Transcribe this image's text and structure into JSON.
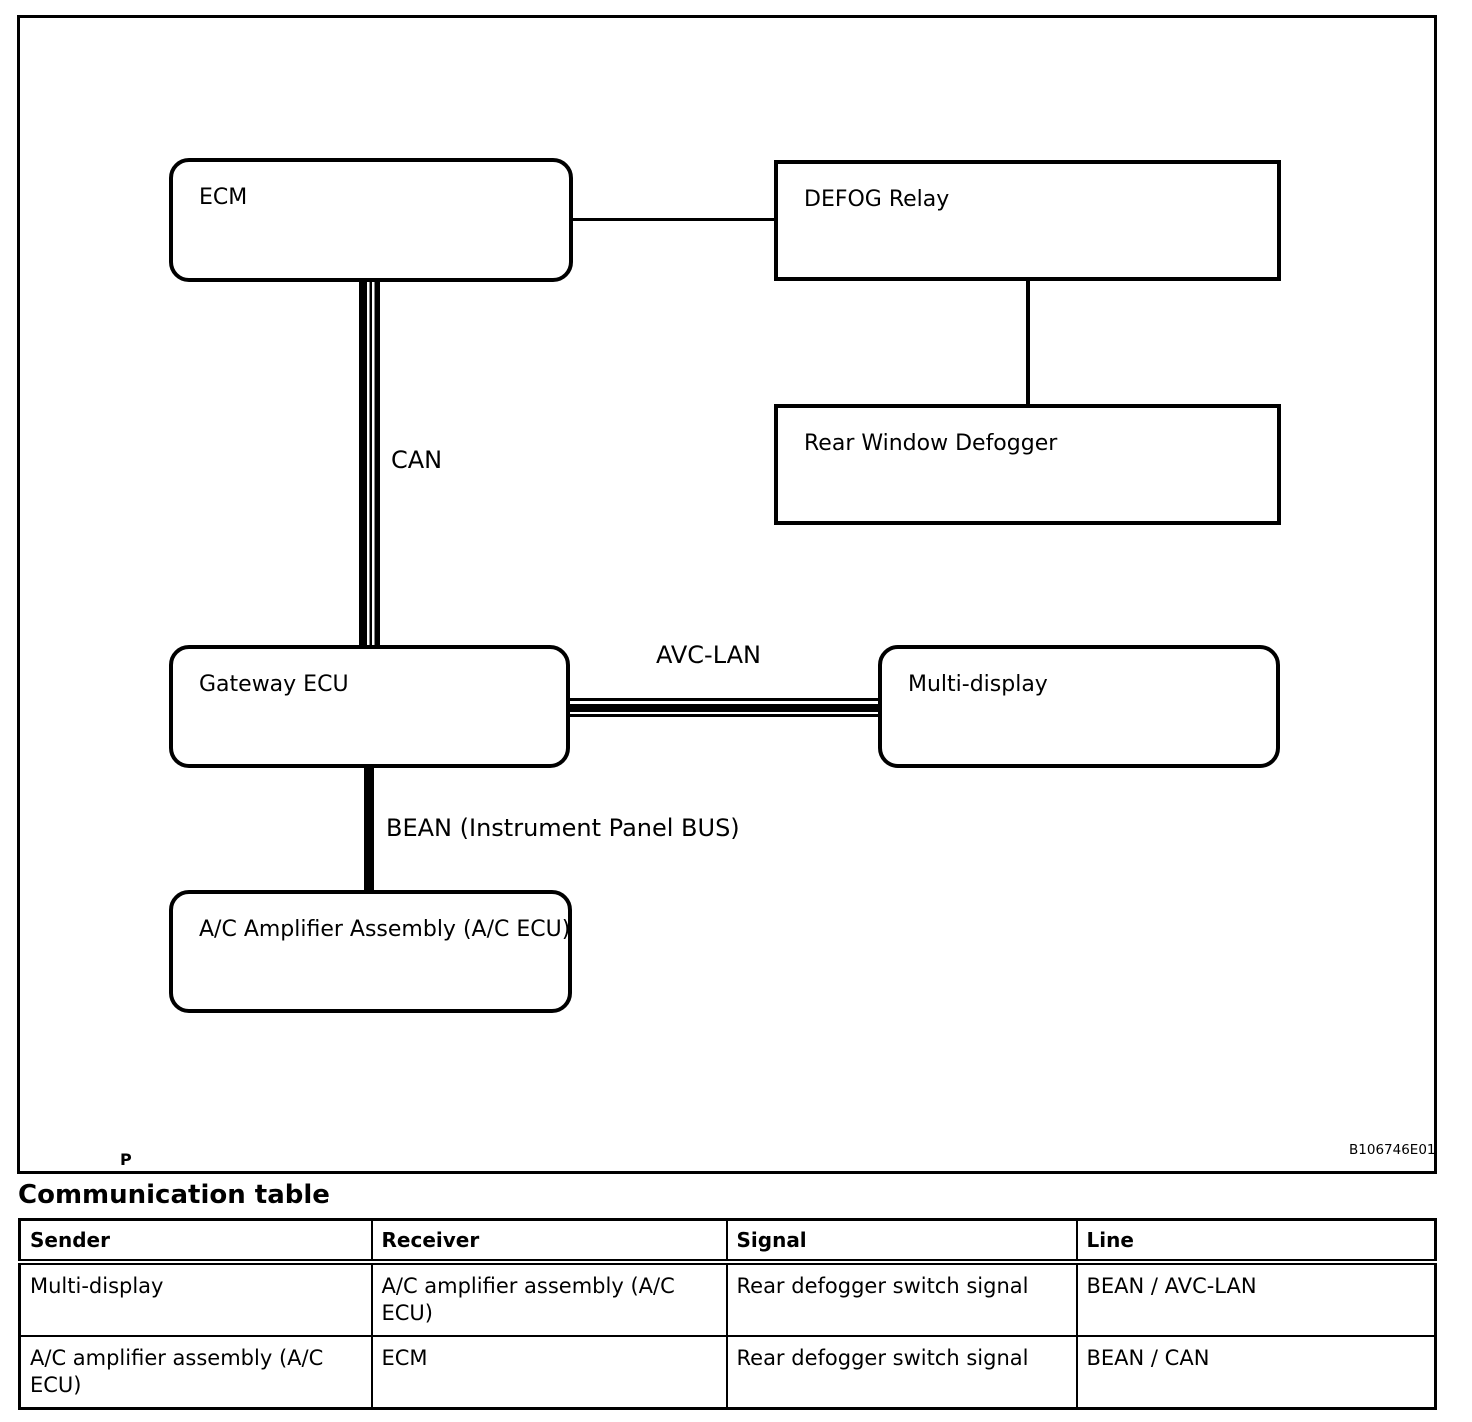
{
  "colors": {
    "ink": "#000000",
    "paper": "#ffffff"
  },
  "diagram": {
    "page_marker": "P",
    "figure_code": "B106746E01",
    "nodes": {
      "ecm": {
        "label": "ECM"
      },
      "defog_relay": {
        "label": "DEFOG Relay"
      },
      "rear_window_defogger": {
        "label": "Rear Window Defogger"
      },
      "gateway_ecu": {
        "label": "Gateway ECU"
      },
      "multi_display": {
        "label": "Multi-display"
      },
      "ac_amplifier": {
        "label": "A/C Amplifier Assembly (A/C ECU)"
      }
    },
    "buses": {
      "can": {
        "label": "CAN"
      },
      "avc_lan": {
        "label": "AVC-LAN"
      },
      "bean": {
        "label": "BEAN (Instrument Panel BUS)"
      }
    },
    "connections": [
      {
        "from": "ecm",
        "to": "defog_relay",
        "style": "single-line"
      },
      {
        "from": "defog_relay",
        "to": "rear_window_defogger",
        "style": "single-line"
      },
      {
        "from": "ecm",
        "to": "gateway_ecu",
        "bus": "CAN"
      },
      {
        "from": "gateway_ecu",
        "to": "multi_display",
        "bus": "AVC-LAN"
      },
      {
        "from": "gateway_ecu",
        "to": "ac_amplifier",
        "bus": "BEAN (Instrument Panel BUS)"
      }
    ]
  },
  "communication_table": {
    "title": "Communication table",
    "headers": [
      "Sender",
      "Receiver",
      "Signal",
      "Line"
    ],
    "rows": [
      [
        "Multi-display",
        "A/C amplifier assembly (A/C ECU)",
        "Rear defogger switch signal",
        "BEAN / AVC-LAN"
      ],
      [
        "A/C amplifier assembly (A/C ECU)",
        "ECM",
        "Rear defogger switch signal",
        "BEAN / CAN"
      ]
    ]
  }
}
